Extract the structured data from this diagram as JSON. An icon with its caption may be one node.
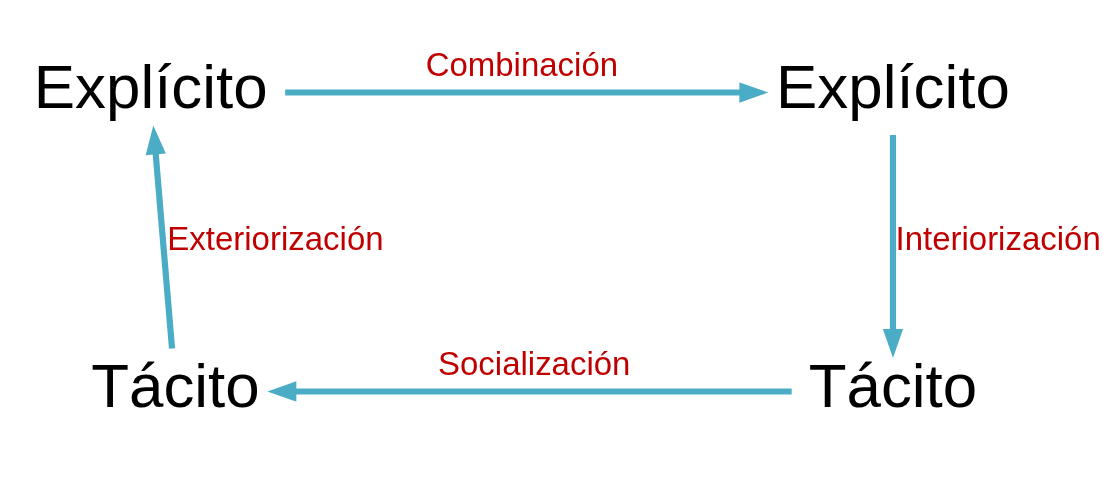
{
  "diagram": {
    "nodes": [
      {
        "text": [
          "Explícito"
        ]
      },
      {
        "text": [
          "Explícito"
        ]
      },
      {
        "text": [
          "Tácito"
        ]
      },
      {
        "text": [
          "Tácito"
        ]
      }
    ],
    "edges": [
      {
        "from": 0,
        "to": 1,
        "arrow": "to",
        "label": "Combinación"
      },
      {
        "from": 1,
        "to": 3,
        "arrow": "to",
        "label": "Interiorización"
      },
      {
        "from": 3,
        "to": 2,
        "arrow": "to",
        "label": "Socialización"
      },
      {
        "from": 2,
        "to": 0,
        "arrow": "to",
        "label": "Exteriorización"
      }
    ]
  }
}
